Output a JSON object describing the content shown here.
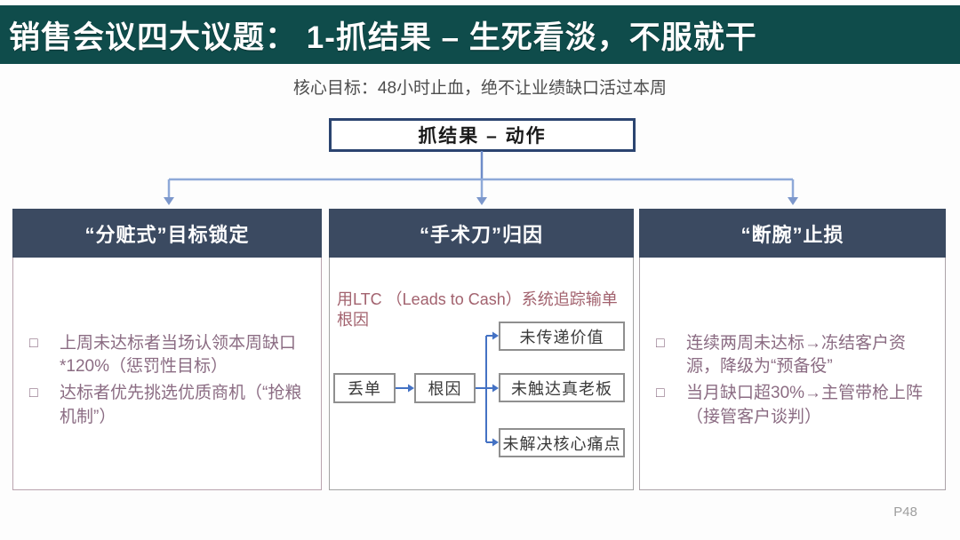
{
  "slide": {
    "title": "销售会议四大议题： 1-抓结果 – 生死看淡，不服就干",
    "subtitle": "核心目标：48小时止血，绝不让业绩缺口活过本周",
    "page_number": "P48",
    "bullet_marker": "□"
  },
  "root_node": {
    "label": "抓结果 – 动作"
  },
  "columns": [
    {
      "header": "“分赃式”目标锁定",
      "bullets": [
        "上周未达标者当场认领本周缺口*120%（惩罚性目标）",
        "达标者优先挑选优质商机（“抢粮机制”）"
      ]
    },
    {
      "header": "“手术刀”归因",
      "intro": "用LTC （Leads to Cash）系统追踪输单根因",
      "flow": {
        "start": "丢单",
        "middle": "根因",
        "branches": [
          "未传递价值",
          "未触达真老板",
          "未解决核心痛点"
        ]
      }
    },
    {
      "header": "“断腕”止损",
      "bullets": [
        "连续两周未达标→冻结客户资源，降级为“预备役”",
        "当月缺口超30%→主管带枪上阵（接管客户谈判）"
      ]
    }
  ],
  "colors": {
    "banner_bg": "#0f4c4b",
    "column_header_bg": "#3b4a61",
    "root_border": "#2b4470",
    "connector_line": "#8ea9d8",
    "connector_arrow": "#7c97cb",
    "flow_arrow": "#4472c4",
    "bullet_text": "#8b6c83",
    "intro_text": "#a2626e",
    "subtitle_text": "#4d4d4d"
  }
}
